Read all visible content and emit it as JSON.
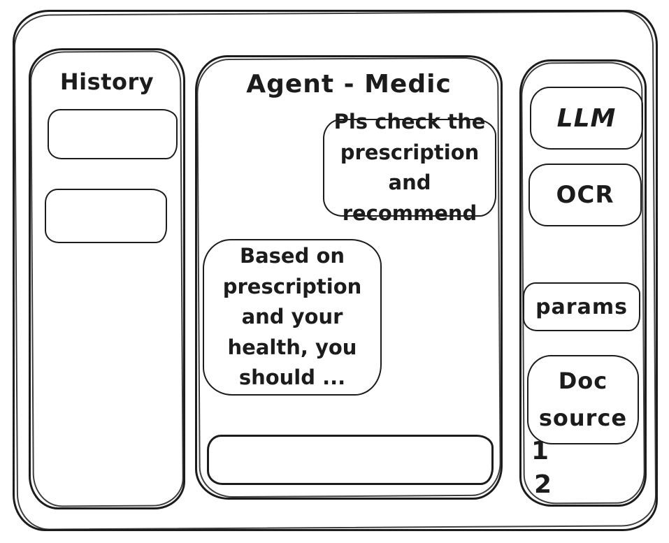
{
  "colors": {
    "ink": "#1c1c1c",
    "paper": "#ffffff"
  },
  "history_sidebar": {
    "title": "History",
    "items": [
      {
        "label": ""
      },
      {
        "label": ""
      }
    ]
  },
  "chat_panel": {
    "title": "Agent - Medic",
    "messages": [
      {
        "role": "user",
        "text": "Pls check the\nprescription\nand recommend"
      },
      {
        "role": "assistant",
        "text": "Based on\nprescription\nand your\nhealth, you\nshould ..."
      }
    ],
    "input": {
      "value": ""
    }
  },
  "tools_sidebar": {
    "buttons": [
      {
        "id": "llm",
        "label": "LLM"
      },
      {
        "id": "ocr",
        "label": "OCR"
      },
      {
        "id": "params",
        "label": "params"
      },
      {
        "id": "doc_source",
        "label": "Doc\nsource"
      }
    ],
    "doc_items": [
      "1",
      "2"
    ]
  }
}
